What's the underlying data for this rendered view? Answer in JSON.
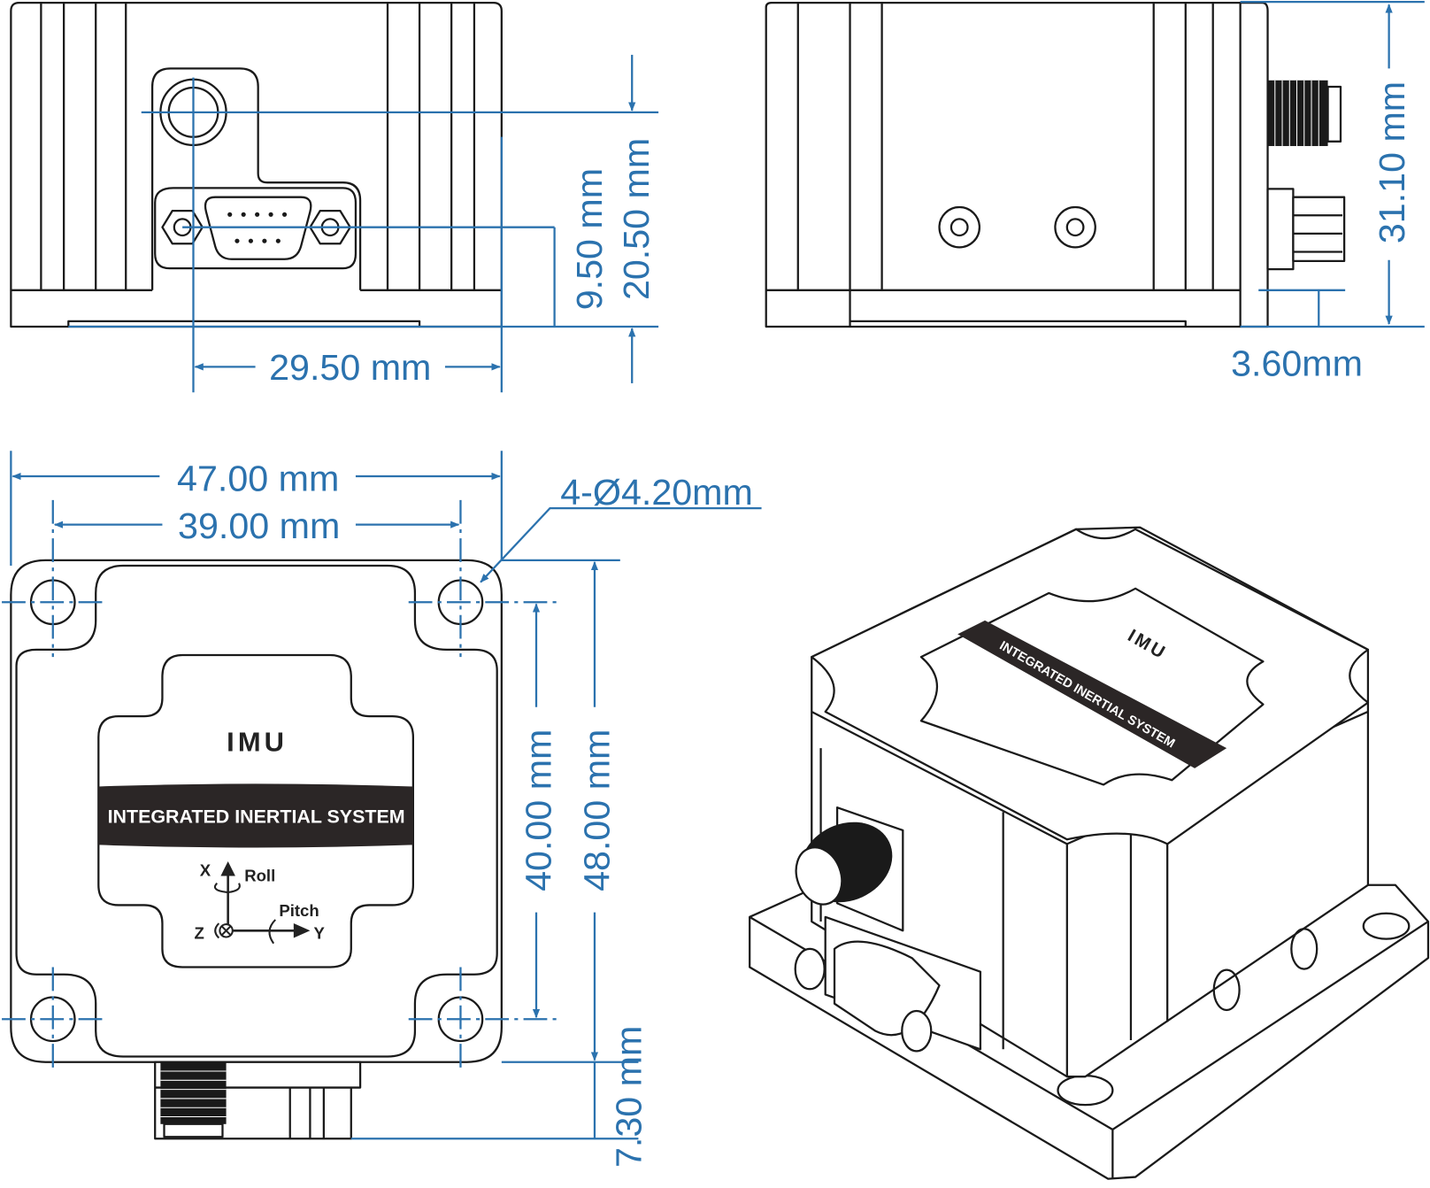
{
  "dimensions": {
    "front_width": "29.50 mm",
    "front_connector_height": "9.50 mm",
    "front_hole_height": "20.50 mm",
    "side_height": "31.10 mm",
    "side_base": "3.60mm",
    "top_width_outer": "47.00 mm",
    "top_width_holes": "39.00 mm",
    "hole_spec": "4-Ø4.20mm",
    "top_length_holes": "40.00 mm",
    "top_length_outer": "48.00 mm",
    "connector_protrusion": "7.30 mm"
  },
  "label": {
    "title": "IMU",
    "subtitle": "INTEGRATED INERTIAL SYSTEM",
    "axis_x": "X",
    "axis_roll": "Roll",
    "axis_pitch": "Pitch",
    "axis_z": "Z",
    "axis_y": "Y"
  },
  "colors": {
    "dimension": "#2b72ae",
    "outline": "#1a1a1a",
    "band": "#2b2626"
  }
}
